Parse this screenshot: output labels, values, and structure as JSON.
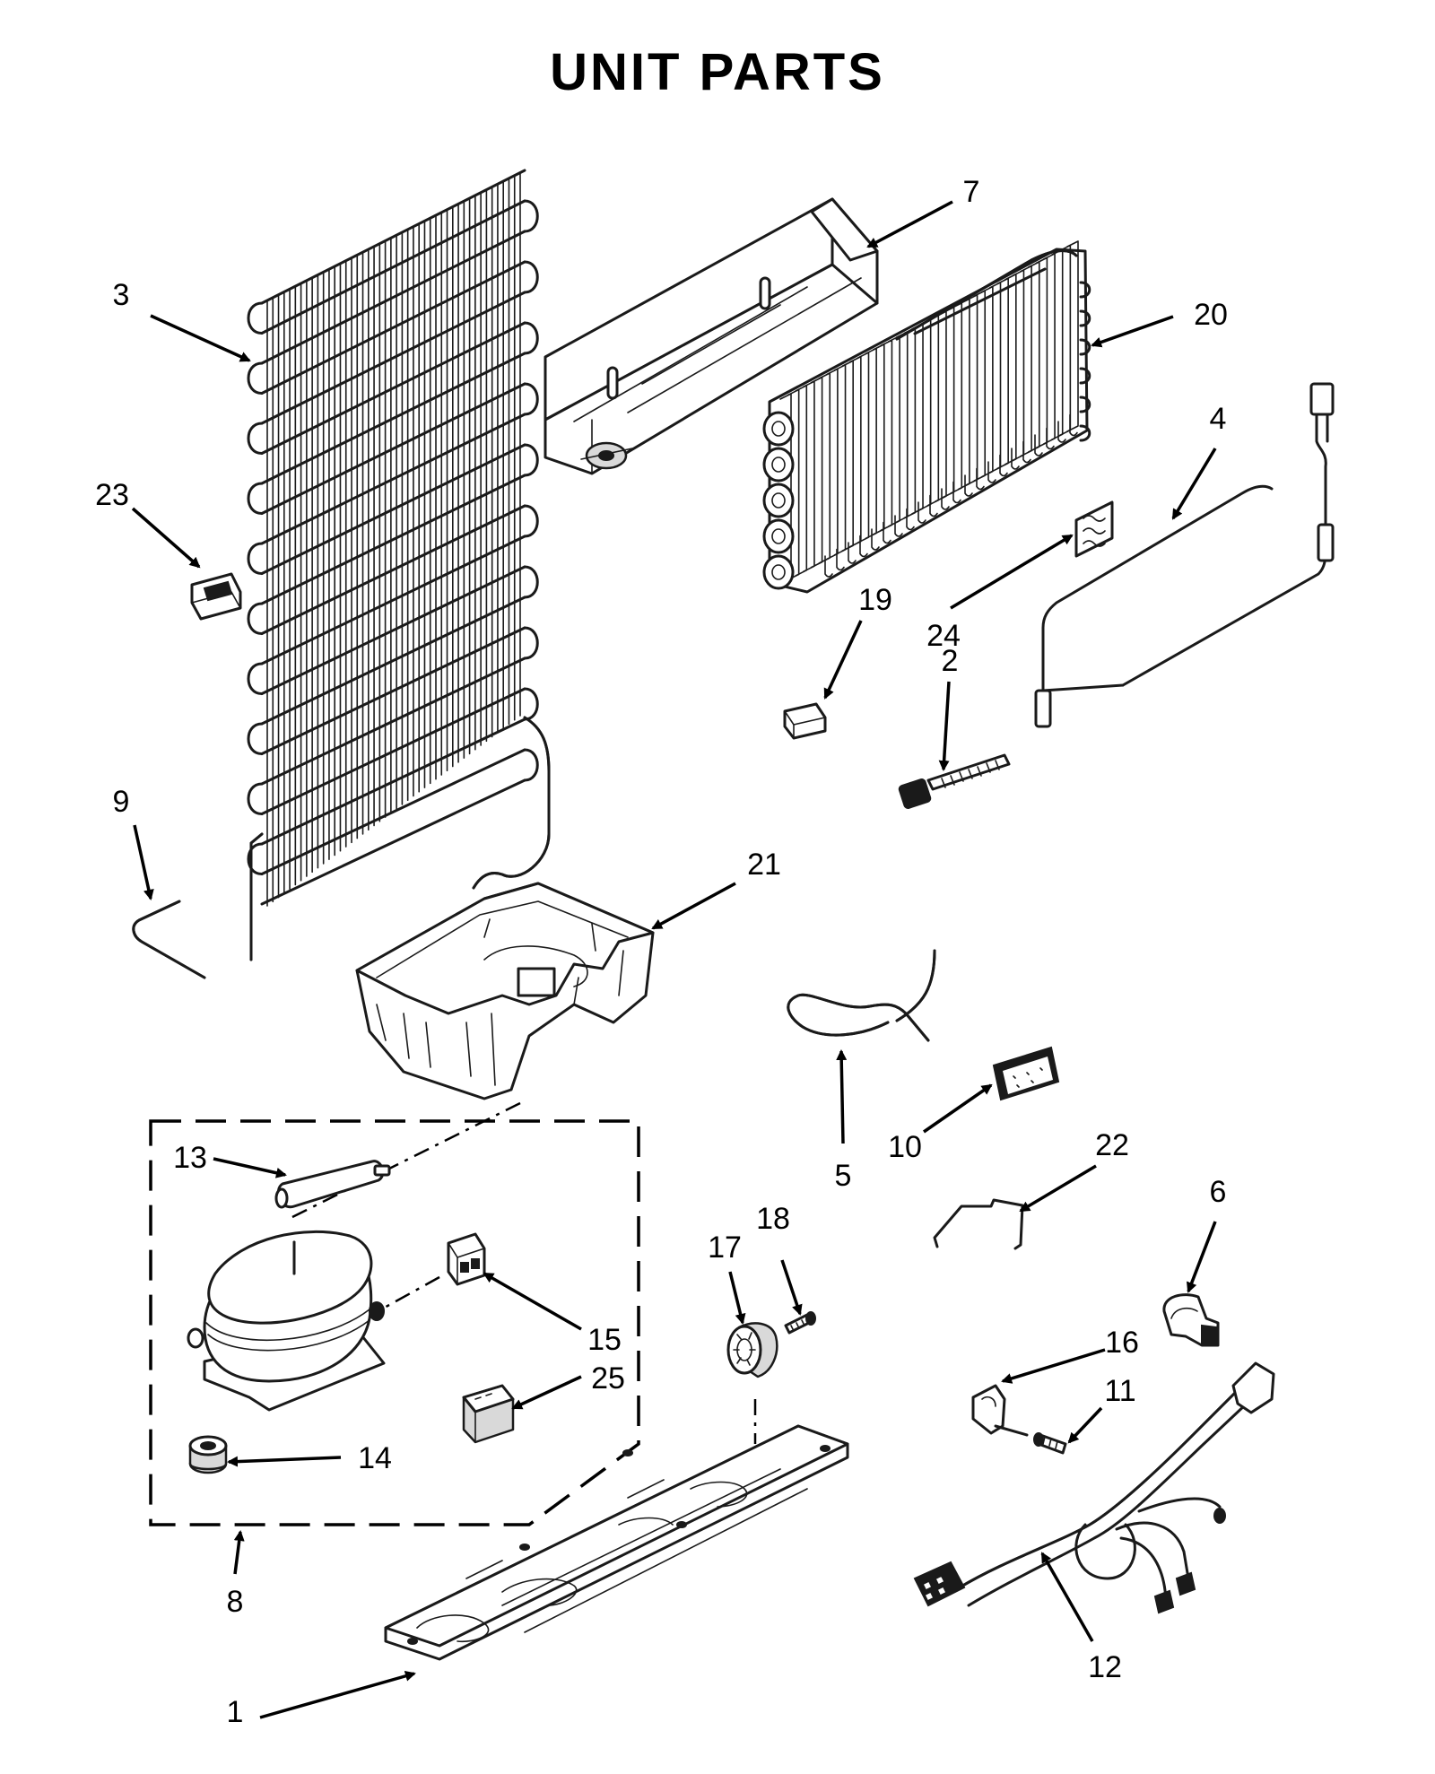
{
  "title": "UNIT PARTS",
  "callouts": [
    {
      "id": "1",
      "label": "1"
    },
    {
      "id": "2",
      "label": "2"
    },
    {
      "id": "3",
      "label": "3"
    },
    {
      "id": "4",
      "label": "4"
    },
    {
      "id": "5",
      "label": "5"
    },
    {
      "id": "6",
      "label": "6"
    },
    {
      "id": "7",
      "label": "7"
    },
    {
      "id": "8",
      "label": "8"
    },
    {
      "id": "9",
      "label": "9"
    },
    {
      "id": "10",
      "label": "10"
    },
    {
      "id": "11",
      "label": "11"
    },
    {
      "id": "12",
      "label": "12"
    },
    {
      "id": "13",
      "label": "13"
    },
    {
      "id": "14",
      "label": "14"
    },
    {
      "id": "15",
      "label": "15"
    },
    {
      "id": "16",
      "label": "16"
    },
    {
      "id": "17",
      "label": "17"
    },
    {
      "id": "18",
      "label": "18"
    },
    {
      "id": "19",
      "label": "19"
    },
    {
      "id": "20",
      "label": "20"
    },
    {
      "id": "21",
      "label": "21"
    },
    {
      "id": "22",
      "label": "22"
    },
    {
      "id": "23",
      "label": "23"
    },
    {
      "id": "24",
      "label": "24"
    },
    {
      "id": "25",
      "label": "25"
    }
  ]
}
